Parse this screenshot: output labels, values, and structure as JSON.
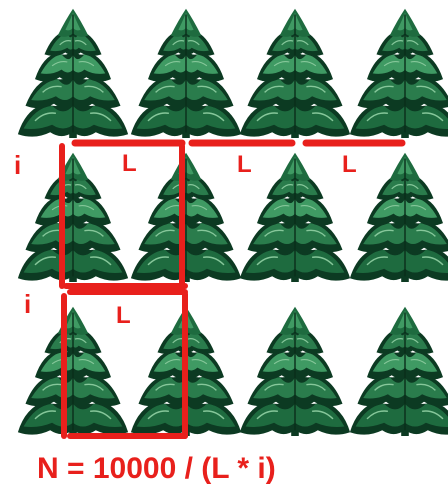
{
  "colors": {
    "annotation": "#e8201c",
    "tree_dark": "#0c3a22",
    "tree_mid": "#1e6b3f",
    "tree_light": "#3f9a63",
    "tree_highlight": "#86c79a",
    "background": "#ffffff"
  },
  "trees": {
    "rows": 3,
    "columns": 4,
    "icon": "fir-tree-icon"
  },
  "labels": {
    "row_spacing": "i",
    "tree_spacing": "L",
    "formula": "N = 10000 / (L * i)"
  }
}
